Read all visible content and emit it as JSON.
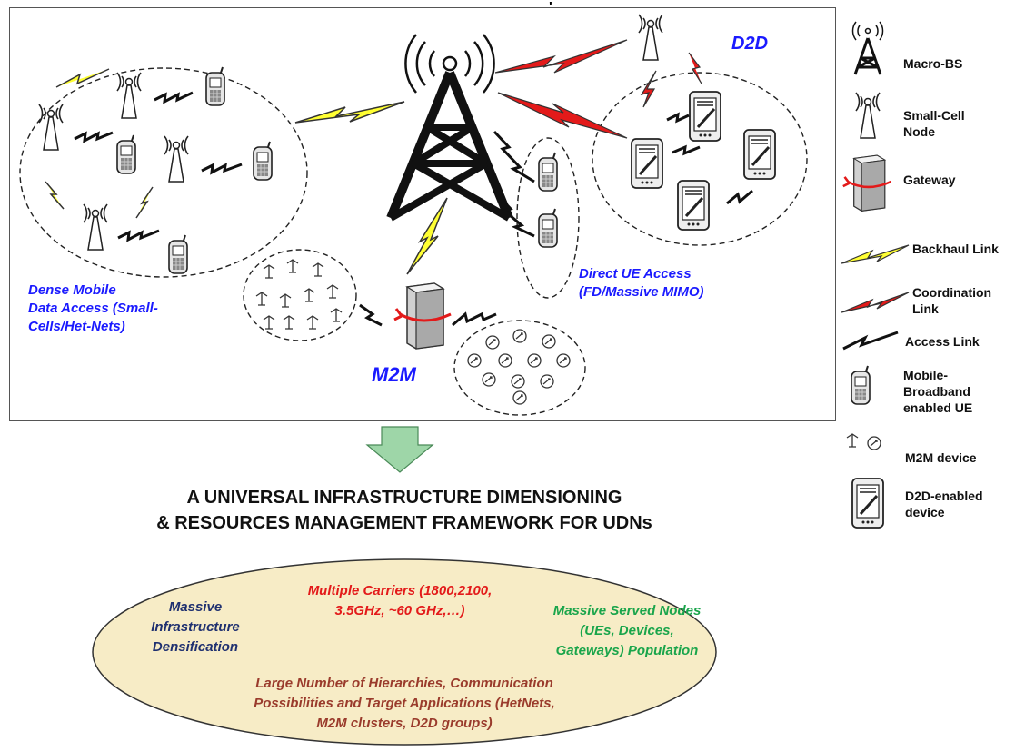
{
  "title_mark": "'",
  "network": {
    "dense_label": [
      "Dense Mobile",
      "Data Access (Small-",
      "Cells/Het-Nets)"
    ],
    "direct_label": [
      "Direct UE Access",
      "(FD/Massive MIMO)"
    ],
    "m2m_label": "M2M",
    "d2d_label": "D2D"
  },
  "legend": {
    "items": [
      {
        "icon": "macro-bs-icon",
        "label": [
          "Macro-BS"
        ]
      },
      {
        "icon": "small-cell-icon",
        "label": [
          "Small-Cell",
          "Node"
        ]
      },
      {
        "icon": "gateway-icon",
        "label": [
          "Gateway"
        ]
      },
      {
        "icon": "backhaul-link-icon",
        "label": [
          "Backhaul Link"
        ]
      },
      {
        "icon": "coordination-link-icon",
        "label": [
          "Coordination",
          "Link"
        ]
      },
      {
        "icon": "access-link-icon",
        "label": [
          "Access Link"
        ]
      },
      {
        "icon": "mobile-ue-icon",
        "label": [
          "Mobile-",
          "Broadband",
          "enabled UE"
        ]
      },
      {
        "icon": "m2m-device-icon",
        "label": [
          "M2M device"
        ]
      },
      {
        "icon": "d2d-device-icon",
        "label": [
          "D2D-enabled",
          "device"
        ]
      }
    ]
  },
  "framework": {
    "title_line1": "A UNIVERSAL INFRASTRUCTURE DIMENSIONING",
    "title_line2": "& RESOURCES MANAGEMENT FRAMEWORK FOR UDNs"
  },
  "ellipse": {
    "left": [
      "Massive",
      "Infrastructure",
      "Densification"
    ],
    "top": [
      "Multiple Carriers (1800,2100,",
      "3.5GHz, ~60 GHz,…)"
    ],
    "right": [
      "Massive Served Nodes",
      "(UEs, Devices,",
      "Gateways) Population"
    ],
    "bottom": [
      "Large Number of Hierarchies, Communication",
      "Possibilities and Target Applications (HetNets,",
      "M2M clusters, D2D groups)"
    ]
  },
  "colors": {
    "blue": "#1a1aff",
    "red": "#e31a1a",
    "green": "#1aa54b",
    "navy": "#1f3070",
    "brown": "#9a3b2c",
    "ellipse_fill": "#f7ecc6",
    "arrow_fill": "#9ed6a8",
    "backhaul": "#ffff33",
    "coordination": "#e31a1a"
  }
}
